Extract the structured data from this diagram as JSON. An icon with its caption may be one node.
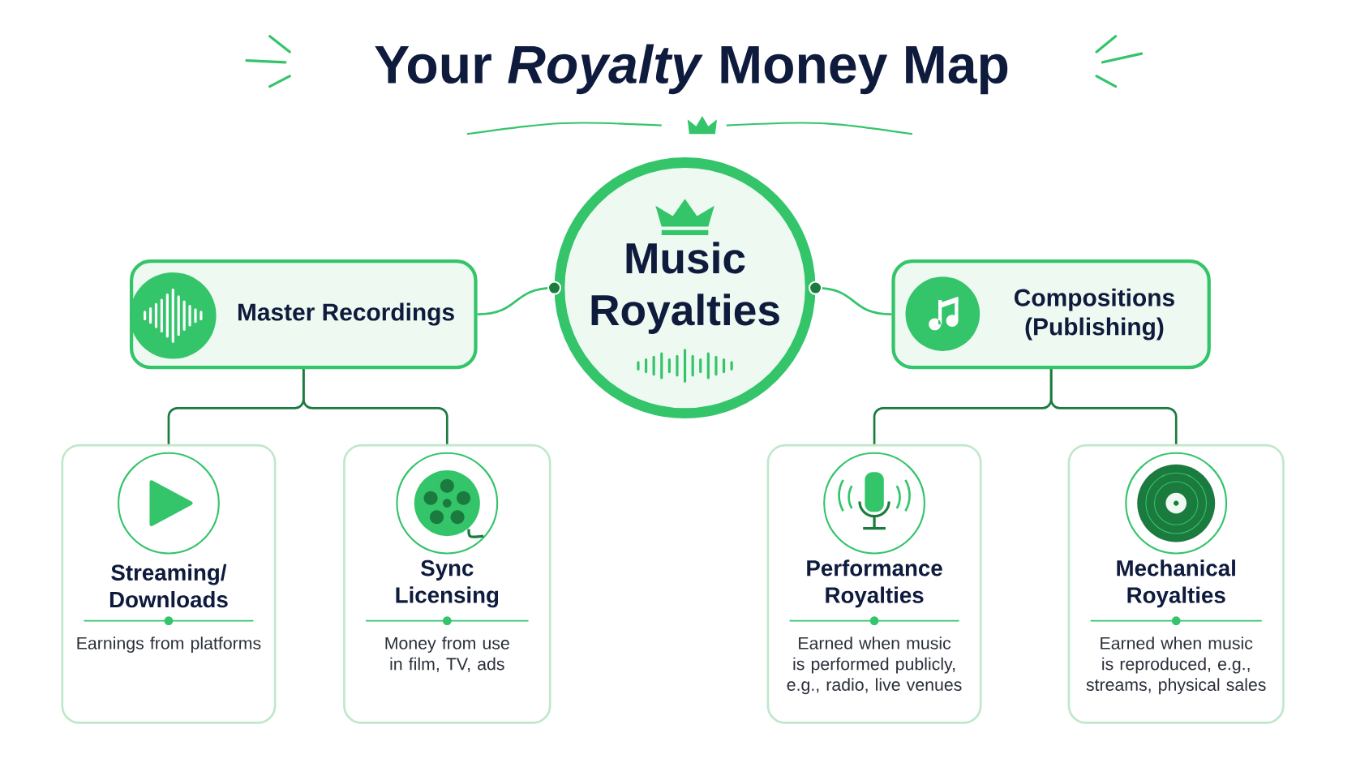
{
  "diagram": {
    "title": "Your *Royalty* Money Map",
    "nodes": [
      {
        "text": [
          "Music Royalties"
        ]
      },
      {
        "text": [
          "Master Recordings"
        ]
      },
      {
        "text": [
          "Compositions (Publishing)"
        ]
      },
      {
        "text": [
          "Streaming/ Downloads",
          "Earnings from platforms"
        ]
      },
      {
        "text": [
          "Sync Licensing",
          "Money from use in film, TV, ads"
        ]
      },
      {
        "text": [
          "Performance Royalties",
          "Earned when music is performed publicly, e.g., radio, live venues"
        ]
      },
      {
        "text": [
          "Mechanical Royalties",
          "Earned when music is reproduced, e.g., streams, physical sales"
        ]
      }
    ],
    "edges": [
      {
        "from": 0,
        "to": 1,
        "arrow": "other"
      },
      {
        "from": 0,
        "to": 2,
        "arrow": "other"
      },
      {
        "from": 1,
        "to": 3,
        "arrow": "none"
      },
      {
        "from": 1,
        "to": 4,
        "arrow": "none"
      },
      {
        "from": 2,
        "to": 5,
        "arrow": "none"
      },
      {
        "from": 2,
        "to": 6,
        "arrow": "none"
      }
    ]
  }
}
